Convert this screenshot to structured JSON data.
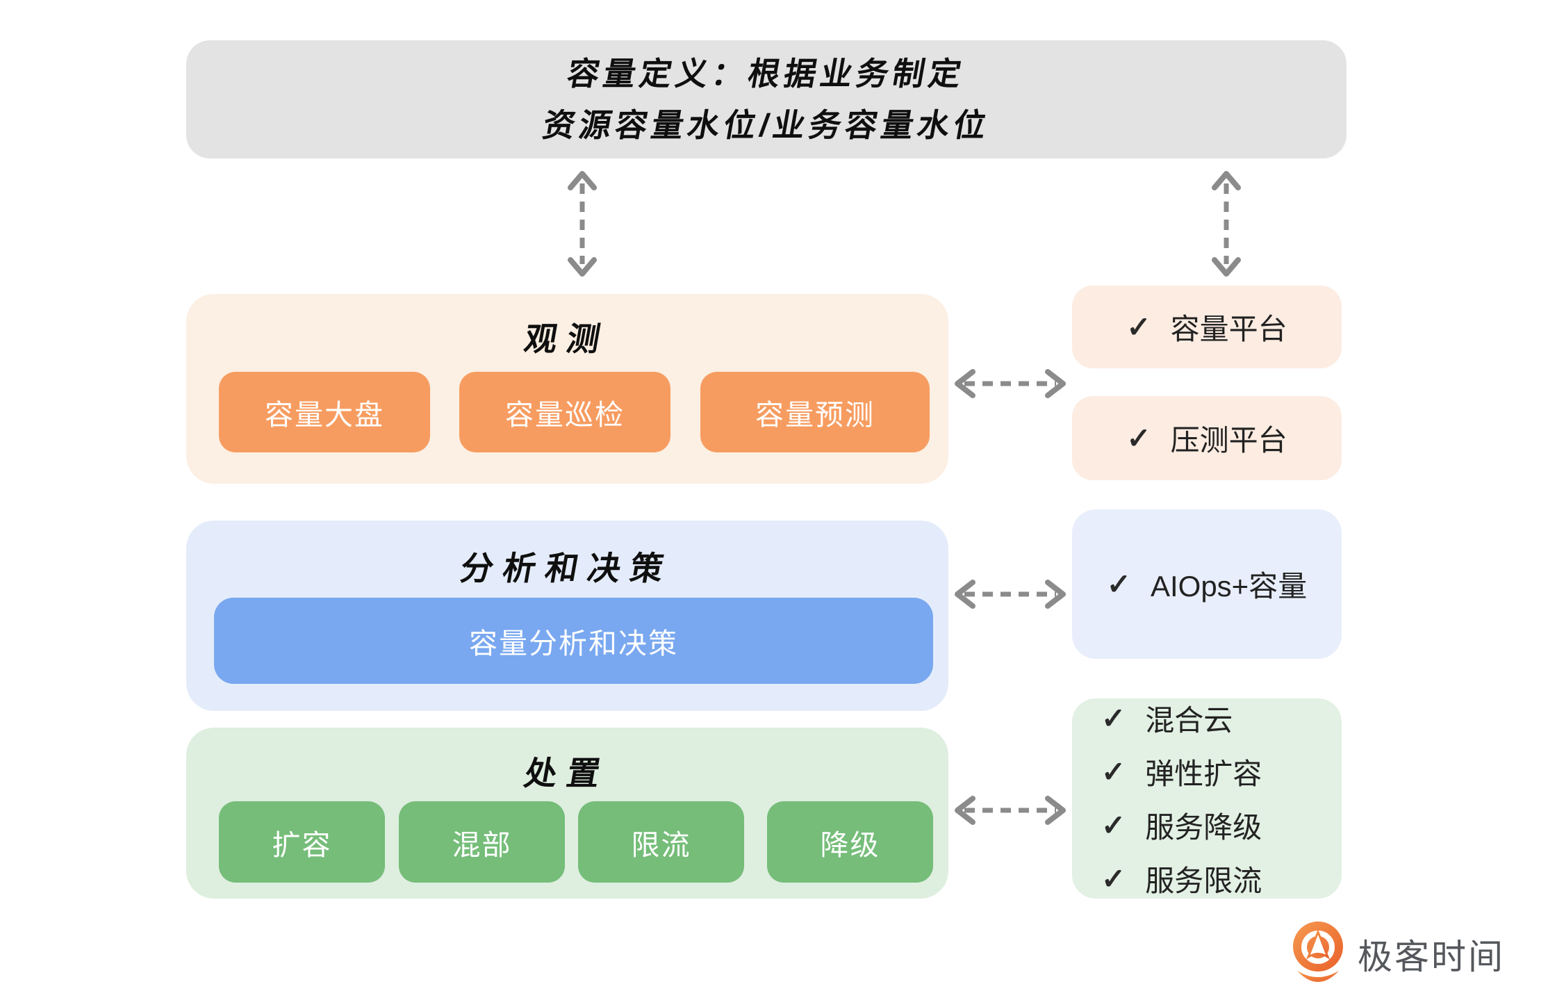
{
  "top_box": {
    "line1": "容量定义：根据业务制定",
    "line2": "资源容量水位/业务容量水位"
  },
  "observe": {
    "title": "观测",
    "chips": [
      "容量大盘",
      "容量巡检",
      "容量预测"
    ],
    "side": [
      {
        "check": "✓",
        "label": "容量平台"
      },
      {
        "check": "✓",
        "label": "压测平台"
      }
    ]
  },
  "analyze": {
    "title": "分析和决策",
    "chip": "容量分析和决策",
    "side": [
      {
        "check": "✓",
        "label": "AIOps+容量"
      }
    ]
  },
  "handle": {
    "title": "处置",
    "chips": [
      "扩容",
      "混部",
      "限流",
      "降级"
    ],
    "side": [
      {
        "check": "✓",
        "label": "混合云"
      },
      {
        "check": "✓",
        "label": "弹性扩容"
      },
      {
        "check": "✓",
        "label": "服务降级"
      },
      {
        "check": "✓",
        "label": "服务限流"
      }
    ]
  },
  "logo": {
    "text": "极客时间"
  },
  "colors": {
    "top_box_bg": "#e3e3e3",
    "observe_panel_bg": "#fcefe3",
    "observe_chip_bg": "#f79c60",
    "observe_side_bg": "#fcece2",
    "analyze_panel_bg": "#e4ecfb",
    "analyze_chip_bg": "#79a8f0",
    "analyze_side_bg": "#e8eefb",
    "handle_panel_bg": "#deeedf",
    "handle_chip_bg": "#75bd79",
    "handle_side_bg": "#e3f0e4",
    "arrow": "#8b8b8b",
    "logo_orange": "#ee7231"
  }
}
